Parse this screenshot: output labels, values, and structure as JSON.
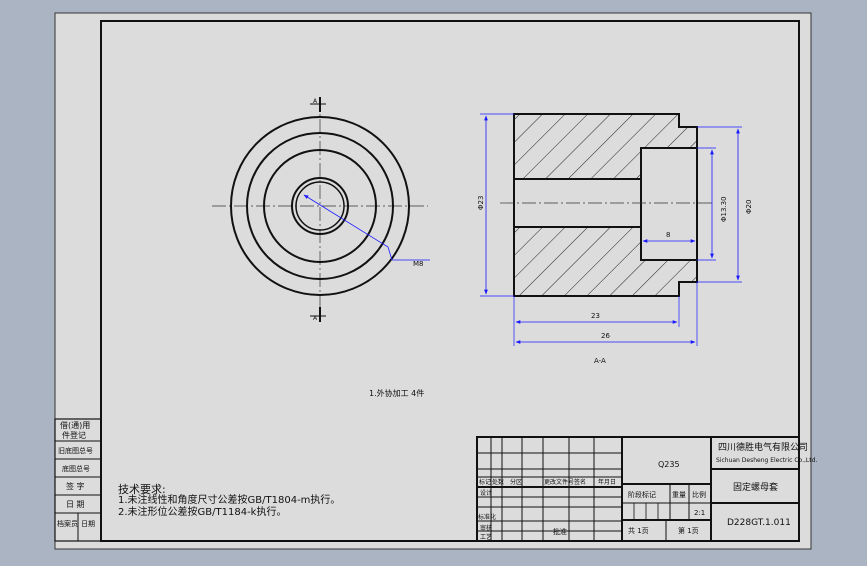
{
  "section_labels": {
    "cut_top": "A",
    "cut_bottom": "A",
    "view_title": "A-A"
  },
  "dimensions": {
    "thread": "M8",
    "outer_dia": "Φ23",
    "dia_small": "Φ13.30",
    "dia_large": "Φ20",
    "bore_depth": "8",
    "len_23": "23",
    "len_26": "26"
  },
  "notes": {
    "quantity": "1.外协加工 4件",
    "tech_title": "技术要求:",
    "tech_1": "1.未注线性和角度尺寸公差按GB/T1804-m执行。",
    "tech_2": "2.未注形位公差按GB/T1184-k执行。"
  },
  "side_labels": [
    "借(通)用",
    "件登记",
    "旧底图总号",
    "底图总号",
    "签 字",
    "日 期",
    "档案员",
    "日期"
  ],
  "title_block": {
    "material": "Q235",
    "company_cn": "四川德胜电气有限公司",
    "company_en": "Sichuan Desheng Electric Co.,Ltd.",
    "part_name": "固定螺母套",
    "drawing_no": "D228GT.1.011",
    "stage_mark": "阶段标记",
    "weight": "重量",
    "scale": "比例",
    "scale_value": "2:1",
    "sheet_total": "共 1页",
    "sheet_no": "第 1页",
    "approve": "批准",
    "rev_headers": [
      "标记",
      "处数",
      "分区",
      "更改文件号",
      "签名",
      "年月日"
    ],
    "sign_labels": [
      "设计",
      "标准化",
      "审核",
      "工艺"
    ]
  }
}
